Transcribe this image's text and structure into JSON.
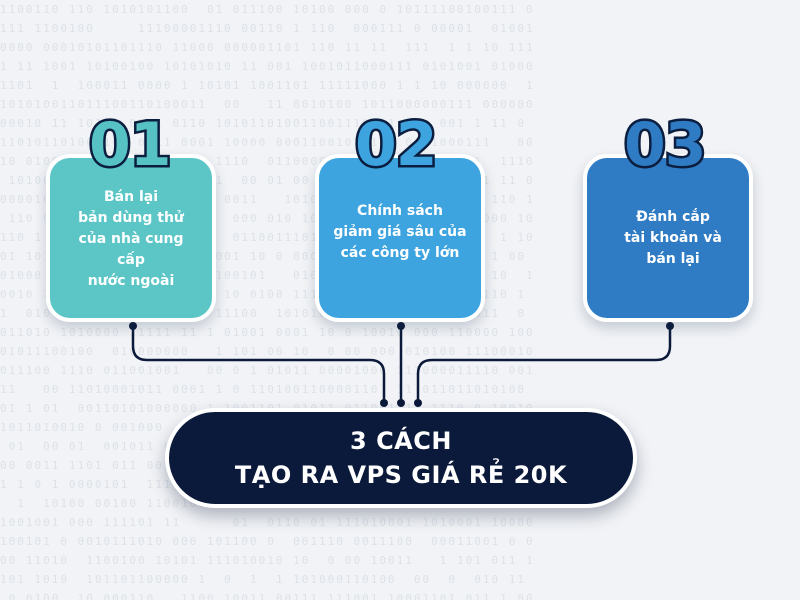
{
  "title": {
    "line1": "3 CÁCH",
    "line2": "TẠO RA VPS GIÁ RẺ 20K"
  },
  "items": [
    {
      "number": "01",
      "text": "Bán lại\nbản dùng thử\ncủa nhà cung cấp\nnước ngoài",
      "color": "#5cc6c7"
    },
    {
      "number": "02",
      "text": "Chính sách\ngiảm giá sâu của\ncác công ty lớn",
      "color": "#3ea4df"
    },
    {
      "number": "03",
      "text": "Đánh cắp\ntài khoản và\nbán lại",
      "color": "#2f7cc4"
    }
  ],
  "colors": {
    "navy": "#0b1a3a",
    "background": "#f1f3f6"
  }
}
